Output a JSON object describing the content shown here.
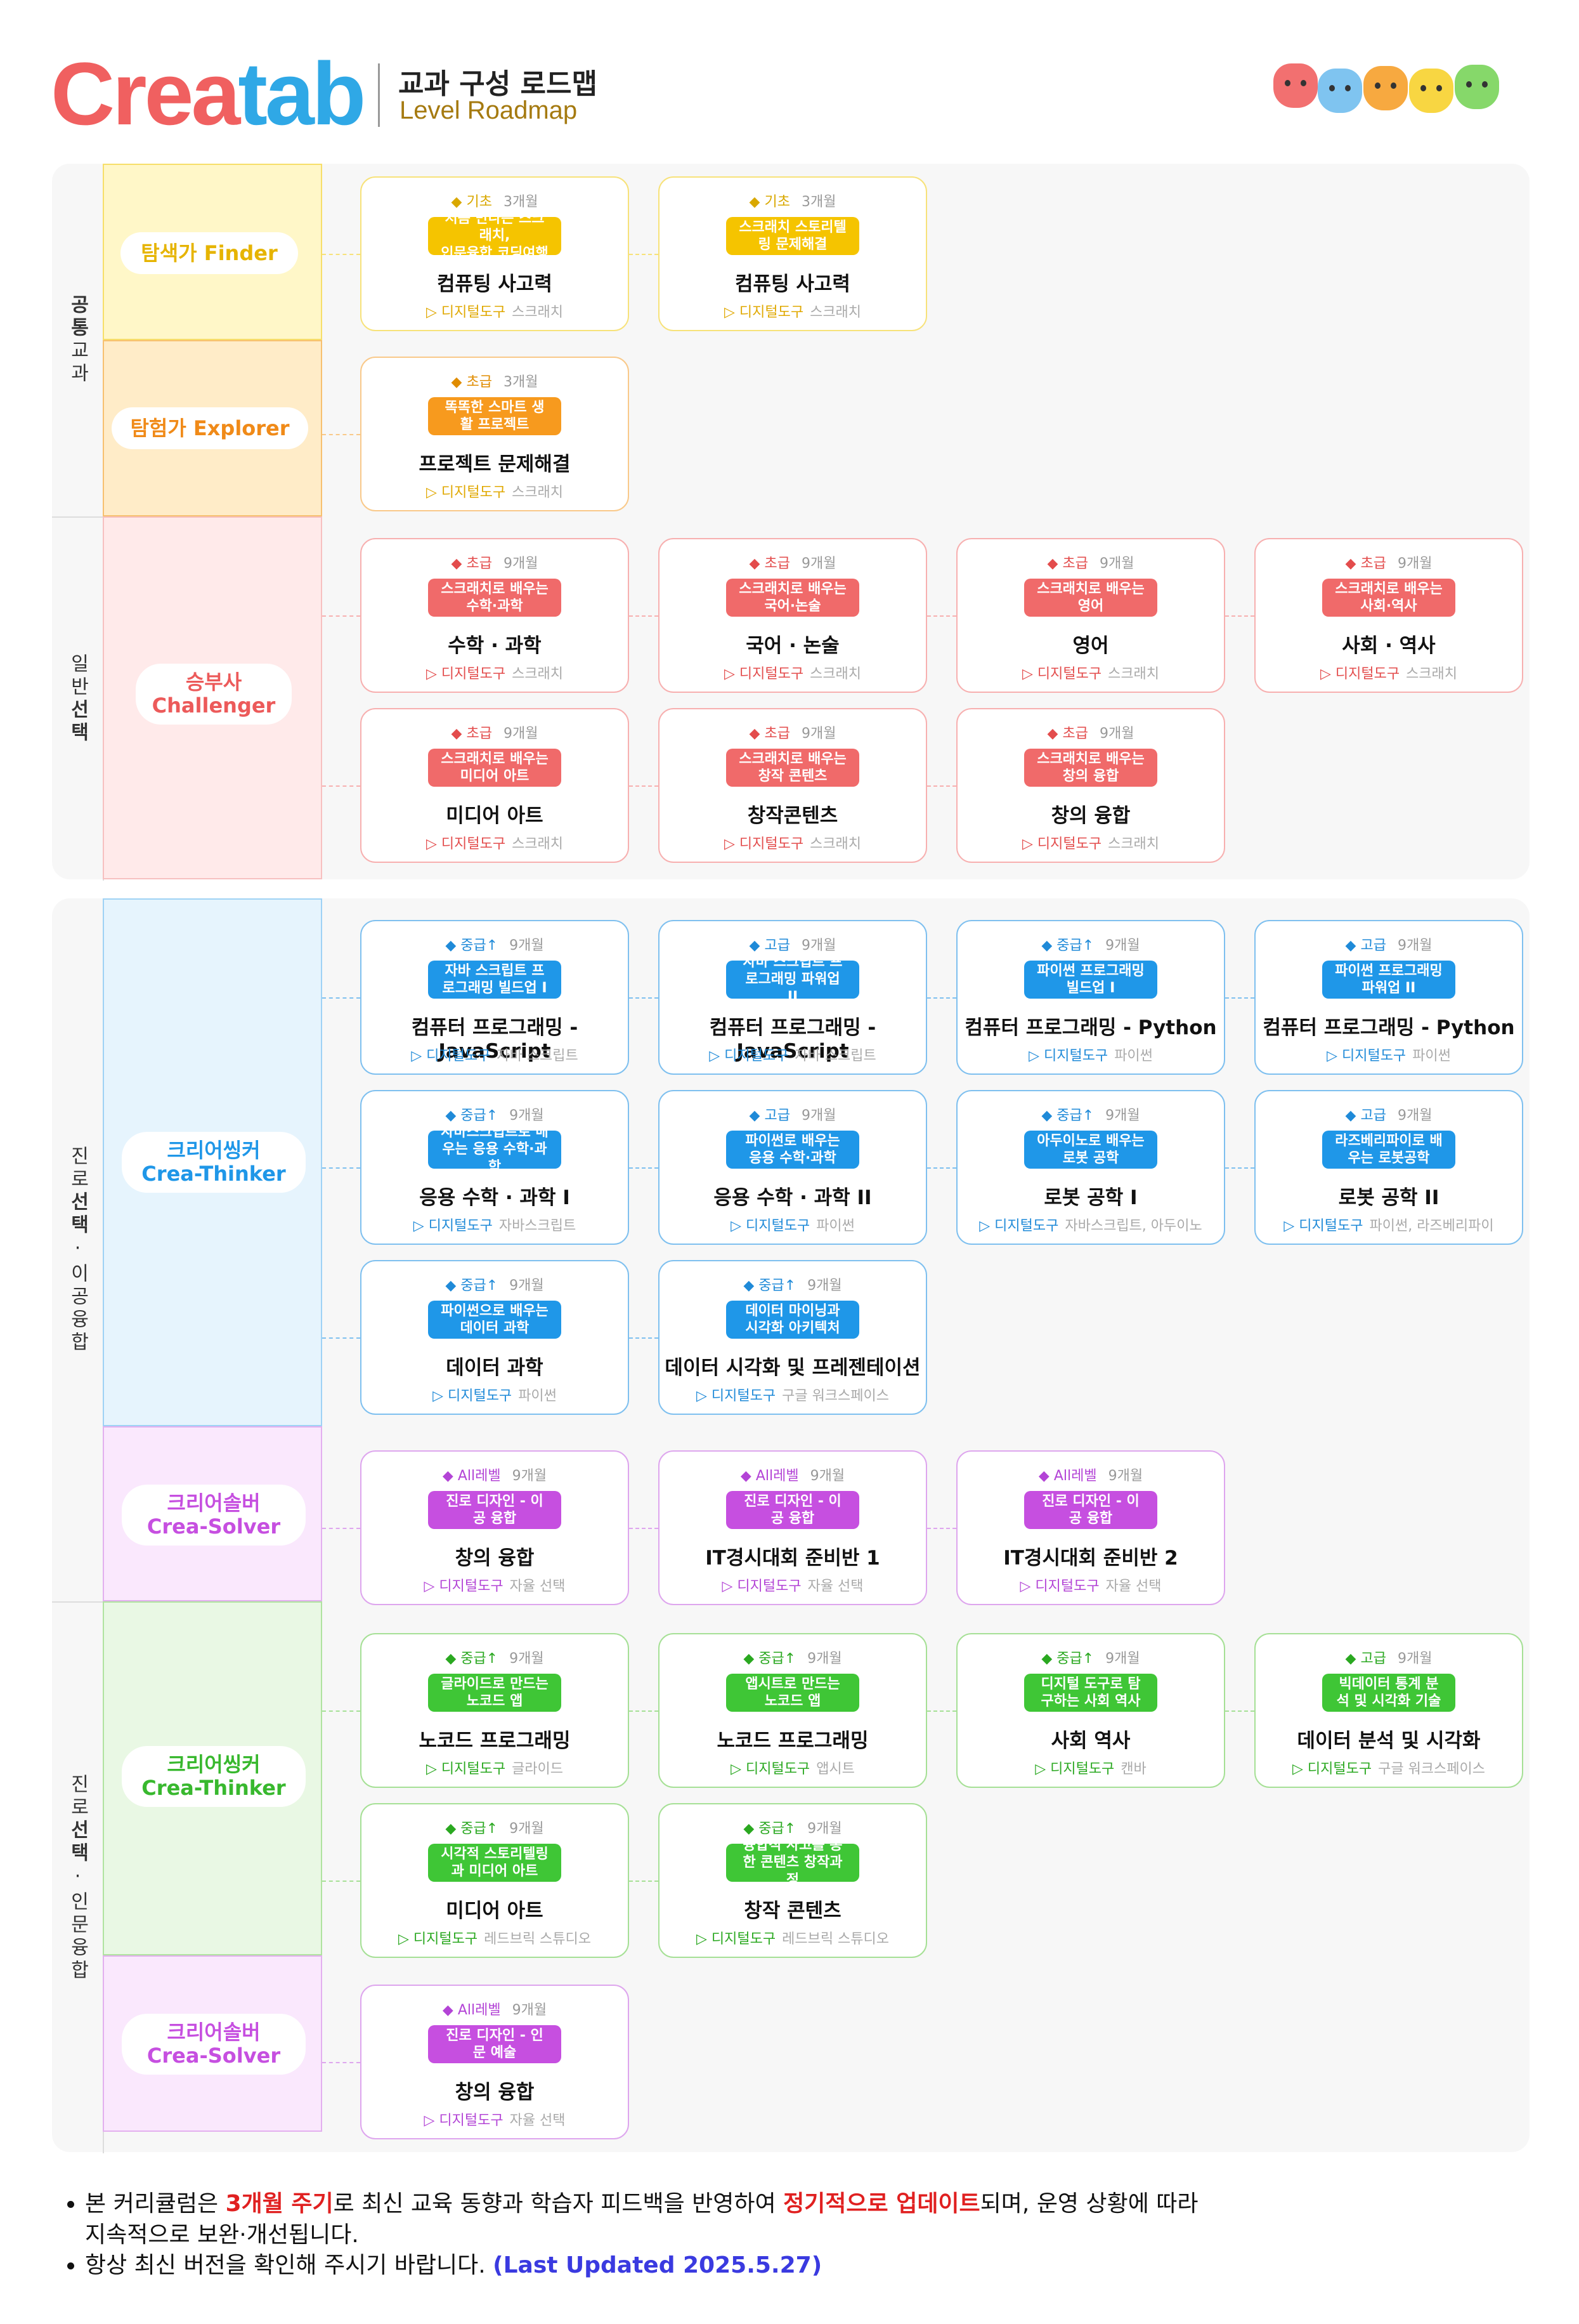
{
  "header": {
    "logo_part1": "Crea",
    "logo_part2": "tab",
    "title": "교과 구성 로드맵",
    "subtitle": "Level Roadmap"
  },
  "colors": {
    "yellow": "#f5c400",
    "orange": "#f79a1e",
    "red": "#f06a6a",
    "blue": "#1f97e8",
    "purple": "#c64fe0",
    "green": "#3fc636"
  },
  "sections": [
    {
      "label_top": "공통",
      "label_bottom": "교과"
    },
    {
      "label_top": "일반",
      "label_bottom": "선택"
    },
    {
      "label_top": "진로",
      "label_bold": "선택",
      "label_bottom": "이공융합"
    },
    {
      "label_top": "진로",
      "label_bold": "선택",
      "label_bottom": "인문융합"
    }
  ],
  "bands": [
    {
      "name": "탐색가 Finder"
    },
    {
      "name": "탐험가 Explorer"
    },
    {
      "name1": "승부사",
      "name2": "Challenger"
    },
    {
      "name1": "크리어씽커",
      "name2": "Crea-Thinker"
    },
    {
      "name1": "크리어솔버",
      "name2": "Crea-Solver"
    },
    {
      "name1": "크리어씽커",
      "name2": "Crea-Thinker"
    },
    {
      "name1": "크리어솔버",
      "name2": "Crea-Solver"
    }
  ],
  "tool_label": "▷ 디지털도구",
  "cards": [
    {
      "level": "◆ 기초",
      "dur": "3개월",
      "tag": "처음 만나는 스크래치,\n인문융합 코딩여행",
      "title": "컴퓨팅 사고력",
      "tool": "스크래치"
    },
    {
      "level": "◆ 기초",
      "dur": "3개월",
      "tag": "스크래치 스토리텔링 문제해결",
      "title": "컴퓨팅 사고력",
      "tool": "스크래치"
    },
    {
      "level": "◆ 초급",
      "dur": "3개월",
      "tag": "똑똑한 스마트 생활 프로젝트",
      "title": "프로젝트 문제해결",
      "tool": "스크래치"
    },
    {
      "level": "◆ 초급",
      "dur": "9개월",
      "tag": "스크래치로 배우는 수학·과학",
      "title": "수학 · 과학",
      "tool": "스크래치"
    },
    {
      "level": "◆ 초급",
      "dur": "9개월",
      "tag": "스크래치로 배우는 국어·논술",
      "title": "국어 · 논술",
      "tool": "스크래치"
    },
    {
      "level": "◆ 초급",
      "dur": "9개월",
      "tag": "스크래치로 배우는 영어",
      "title": "영어",
      "tool": "스크래치"
    },
    {
      "level": "◆ 초급",
      "dur": "9개월",
      "tag": "스크래치로 배우는 사회·역사",
      "title": "사회 · 역사",
      "tool": "스크래치"
    },
    {
      "level": "◆ 초급",
      "dur": "9개월",
      "tag": "스크래치로 배우는 미디어 아트",
      "title": "미디어 아트",
      "tool": "스크래치"
    },
    {
      "level": "◆ 초급",
      "dur": "9개월",
      "tag": "스크래치로 배우는 창작 콘텐츠",
      "title": "창작콘텐츠",
      "tool": "스크래치"
    },
    {
      "level": "◆ 초급",
      "dur": "9개월",
      "tag": "스크래치로 배우는 창의 융합",
      "title": "창의 융합",
      "tool": "스크래치"
    },
    {
      "level": "◆ 중급↑",
      "dur": "9개월",
      "tag": "자바 스크립트 프로그래밍 빌드업 I",
      "title": "컴퓨터 프로그래밍 - JavaScript",
      "tool": "자바 스크립트"
    },
    {
      "level": "◆ 고급",
      "dur": "9개월",
      "tag": "자바 스크립트 프로그래밍 파워업 II",
      "title": "컴퓨터 프로그래밍 - JavaScript",
      "tool": "자바 스크립트"
    },
    {
      "level": "◆ 중급↑",
      "dur": "9개월",
      "tag": "파이썬 프로그래밍 빌드업 I",
      "title": "컴퓨터 프로그래밍 - Python",
      "tool": "파이썬"
    },
    {
      "level": "◆ 고급",
      "dur": "9개월",
      "tag": "파이썬 프로그래밍 파워업 II",
      "title": "컴퓨터 프로그래밍 - Python",
      "tool": "파이썬"
    },
    {
      "level": "◆ 중급↑",
      "dur": "9개월",
      "tag": "자바스크립트로 배우는 응용 수학·과학",
      "title": "응용 수학 · 과학 I",
      "tool": "자바스크립트"
    },
    {
      "level": "◆ 고급",
      "dur": "9개월",
      "tag": "파이썬로 배우는 응용 수학·과학",
      "title": "응용 수학 · 과학 II",
      "tool": "파이썬"
    },
    {
      "level": "◆ 중급↑",
      "dur": "9개월",
      "tag": "아두이노로 배우는 로봇 공학",
      "title": "로봇 공학 I",
      "tool": "자바스크립트, 아두이노"
    },
    {
      "level": "◆ 고급",
      "dur": "9개월",
      "tag": "라즈베리파이로 배우는 로봇공학",
      "title": "로봇 공학 II",
      "tool": "파이썬, 라즈베리파이"
    },
    {
      "level": "◆ 중급↑",
      "dur": "9개월",
      "tag": "파이썬으로 배우는 데이터 과학",
      "title": "데이터 과학",
      "tool": "파이썬"
    },
    {
      "level": "◆ 중급↑",
      "dur": "9개월",
      "tag": "데이터 마이닝과 시각화 아키텍처",
      "title": "데이터 시각화 및 프레젠테이션",
      "tool": "구글 워크스페이스"
    },
    {
      "level": "◆ All레벨",
      "dur": "9개월",
      "tag": "진로 디자인 - 이공 융합",
      "title": "창의 융합",
      "tool": "자율 선택"
    },
    {
      "level": "◆ All레벨",
      "dur": "9개월",
      "tag": "진로 디자인 - 이공 융합",
      "title": "IT경시대회 준비반 1",
      "tool": "자율 선택"
    },
    {
      "level": "◆ All레벨",
      "dur": "9개월",
      "tag": "진로 디자인 - 이공 융합",
      "title": "IT경시대회 준비반 2",
      "tool": "자율 선택"
    },
    {
      "level": "◆ 중급↑",
      "dur": "9개월",
      "tag": "글라이드로 만드는 노코드 앱",
      "title": "노코드 프로그래밍",
      "tool": "글라이드"
    },
    {
      "level": "◆ 중급↑",
      "dur": "9개월",
      "tag": "앱시트로 만드는 노코드 앱",
      "title": "노코드 프로그래밍",
      "tool": "앱시트"
    },
    {
      "level": "◆ 중급↑",
      "dur": "9개월",
      "tag": "디지털 도구로 탐구하는 사회 역사",
      "title": "사회 역사",
      "tool": "캔바"
    },
    {
      "level": "◆ 고급",
      "dur": "9개월",
      "tag": "빅데이터 통계 분석 및 시각화 기술",
      "title": "데이터 분석 및 시각화",
      "tool": "구글 워크스페이스"
    },
    {
      "level": "◆ 중급↑",
      "dur": "9개월",
      "tag": "시각적 스토리텔링과 미디어 아트",
      "title": "미디어 아트",
      "tool": "레드브릭 스튜디오"
    },
    {
      "level": "◆ 중급↑",
      "dur": "9개월",
      "tag": "융합적 사고를 통한 콘텐츠 창작과정",
      "title": "창작 콘텐츠",
      "tool": "레드브릭 스튜디오"
    },
    {
      "level": "◆ All레벨",
      "dur": "9개월",
      "tag": "진로 디자인 - 인문 예술",
      "title": "창의 융합",
      "tool": "자율 선택"
    }
  ],
  "footer": {
    "b1_a": "본 커리큘럼은 ",
    "b1_b": "3개월 주기",
    "b1_c": "로 최신 교육 동향과 학습자 피드백을 반영하여 ",
    "b1_d": "정기적으로 업데이트",
    "b1_e": "되며, 운영 상황에 따라",
    "b1_f": "지속적으로 보완·개선됩니다.",
    "b2_a": "항상 최신 버전을 확인해 주시기 바랍니다. ",
    "b2_b": "(Last Updated 2025.5.27)"
  }
}
